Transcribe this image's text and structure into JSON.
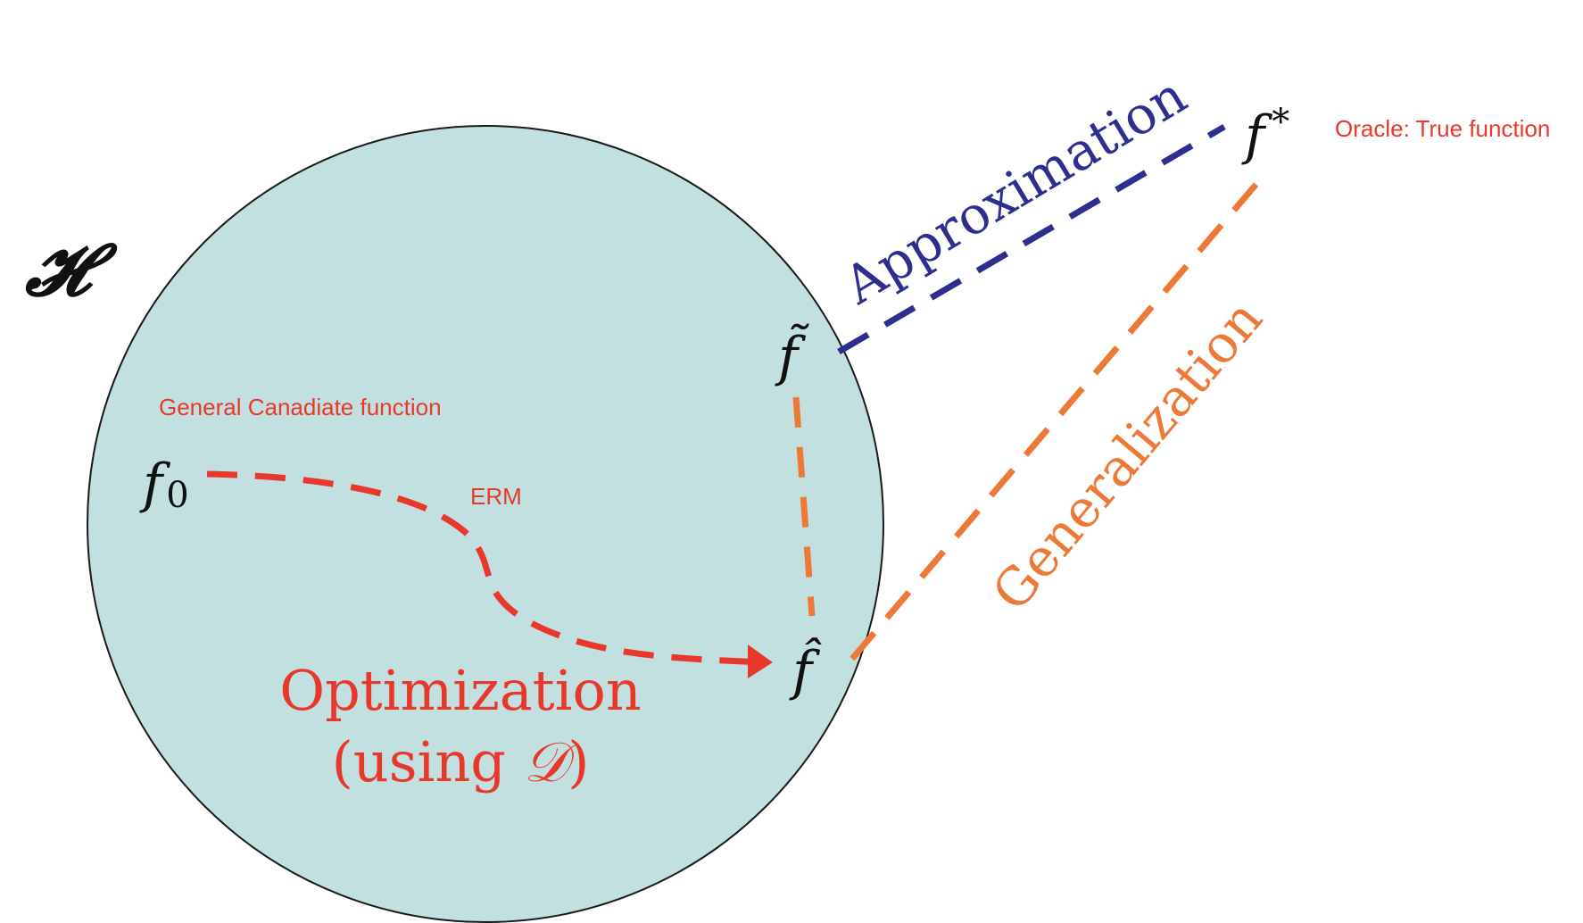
{
  "colors": {
    "circle_fill": "#c3e0e1",
    "circle_stroke": "#1a1a1a",
    "optimization_red": "#e8382b",
    "generalization_orange": "#ec7a36",
    "approximation_blue": "#2e2e8f",
    "symbol_black": "#111111"
  },
  "hypothesis_space": {
    "symbol": "𝓗"
  },
  "symbols": {
    "f0_base": "f",
    "f0_sub": "0",
    "f_tilde": "f̃",
    "f_hat": "f̂",
    "f_star_base": "f",
    "f_star_sup": "*"
  },
  "labels": {
    "general_candidate": "General Canadiate function",
    "erm": "ERM",
    "optimization_line1": "Optimization",
    "optimization_line2_pre": "(using ",
    "optimization_line2_sym": "𝒟",
    "optimization_line2_post": ")",
    "approximation": "Approximation",
    "generalization": "Generalization",
    "oracle": "Oracle: True function"
  }
}
